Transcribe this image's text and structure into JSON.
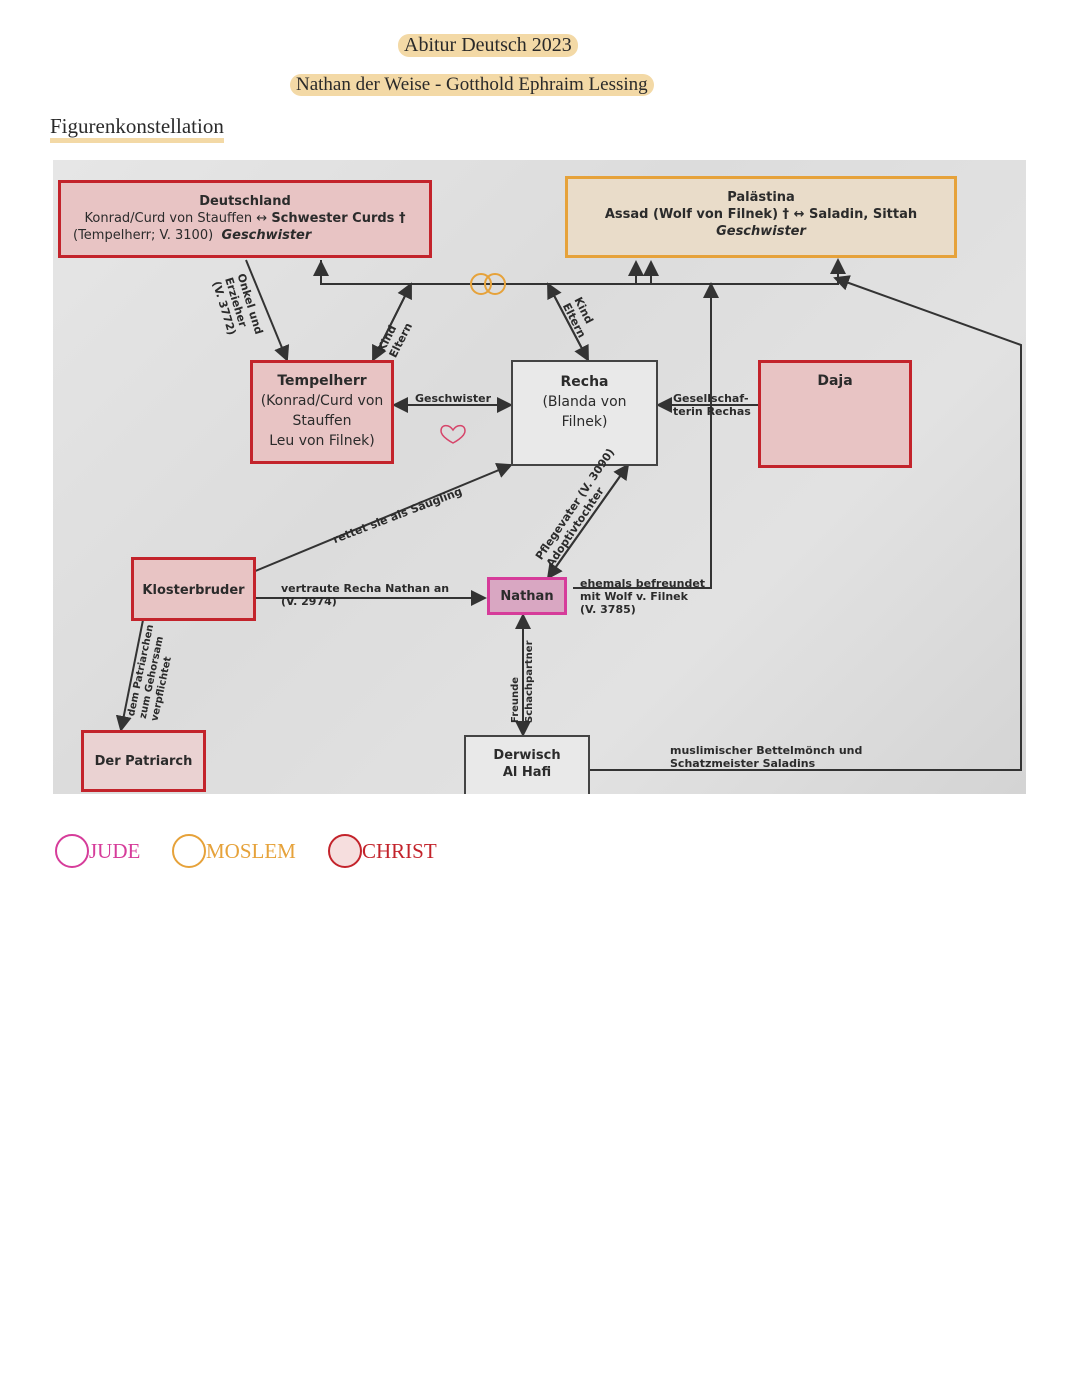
{
  "header": {
    "title": "Abitur Deutsch 2023",
    "subtitle": "Nathan der Weise - Gotthold Ephraim Lessing",
    "section": "Figurenkonstellation"
  },
  "nodes": {
    "deutschland": {
      "title": "Deutschland",
      "line1a": "Konrad/Curd von Stauffen ↔ ",
      "line1b": "Schwester Curds †",
      "line2a": "(Tempelherr; V. 3100)",
      "line2b": "Geschwister"
    },
    "palaestina": {
      "title": "Palästina",
      "line1": "Assad (Wolf von Filnek) † ↔ Saladin, Sittah",
      "line2": "Geschwister"
    },
    "tempelherr": {
      "title": "Tempelherr",
      "line1": "(Konrad/Curd von",
      "line2": "Stauffen",
      "line3": "Leu von Filnek)"
    },
    "recha": {
      "title": "Recha",
      "line1": "(Blanda von",
      "line2": "Filnek)"
    },
    "daja": {
      "title": "Daja"
    },
    "klosterbruder": {
      "title": "Klosterbruder"
    },
    "nathan": {
      "title": "Nathan"
    },
    "patriarch": {
      "title": "Der Patriarch"
    },
    "derwisch": {
      "line1": "Derwisch",
      "line2": "Al Hafi"
    }
  },
  "edges": {
    "onkel": [
      "Onkel und",
      "Erzieher",
      "(V. 3772)"
    ],
    "kind_eltern_left": [
      "Kind",
      "Eltern"
    ],
    "kind_eltern_right": [
      "Kind",
      "Eltern"
    ],
    "geschwister": "Geschwister",
    "gesellschafterin": [
      "Gesellschaf-",
      "terin Rechas"
    ],
    "rettet": "rettet sie als Säugling",
    "pflegevater": [
      "Pflegevater (V. 3090)",
      "Adoptivtochter"
    ],
    "vertraute": [
      "vertraute Recha Nathan an",
      "(V. 2974)"
    ],
    "befreundet": [
      "ehemals befreundet",
      "mit Wolf v. Filnek",
      "(V. 3785)"
    ],
    "patriarchen": [
      "dem Patriarchen",
      "zum Gehorsam",
      "verpflichtet"
    ],
    "freunde": [
      "Freunde",
      "Schachpartner"
    ],
    "derwisch_note": [
      "muslimischer Bettelmönch und",
      "Schatzmeister Saladins"
    ]
  },
  "legend": [
    {
      "label": "JUDE",
      "color": "#d63c9a"
    },
    {
      "label": "MOSLEM",
      "color": "#e6a23a"
    },
    {
      "label": "CHRIST",
      "color": "#c3232b"
    }
  ],
  "colors": {
    "christ": "#c3232b",
    "moslem": "#e6a23a",
    "jude": "#d63c9a",
    "highlight": "#f3d9a6"
  }
}
